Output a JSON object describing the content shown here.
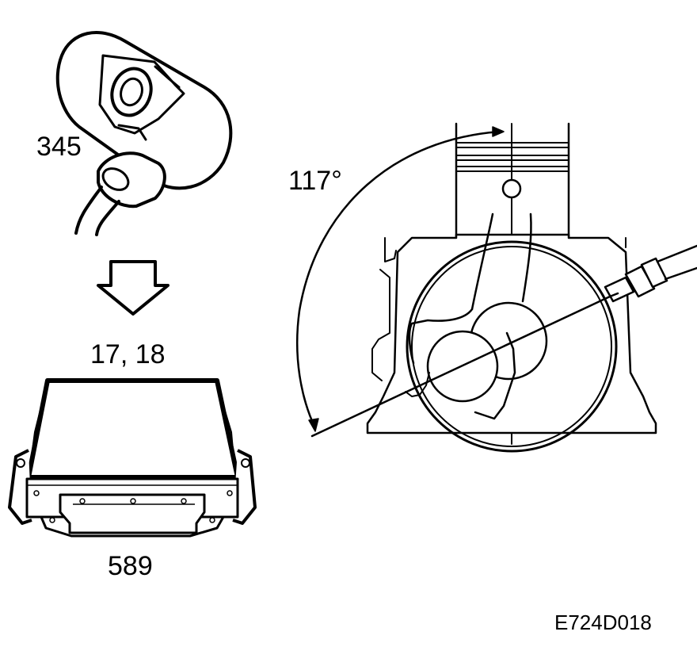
{
  "labels": {
    "sensor_number": "345",
    "ecu_pins": "17, 18",
    "ecu_connector": "589",
    "angle": "117°",
    "figure_id": "E724D018"
  },
  "colors": {
    "line": "#000000",
    "background": "#ffffff"
  },
  "icons": {
    "sensor": "crankshaft-position-sensor-icon",
    "arrow": "down-arrow-icon",
    "ecu": "control-module-icon",
    "engine": "engine-cross-section-icon"
  }
}
